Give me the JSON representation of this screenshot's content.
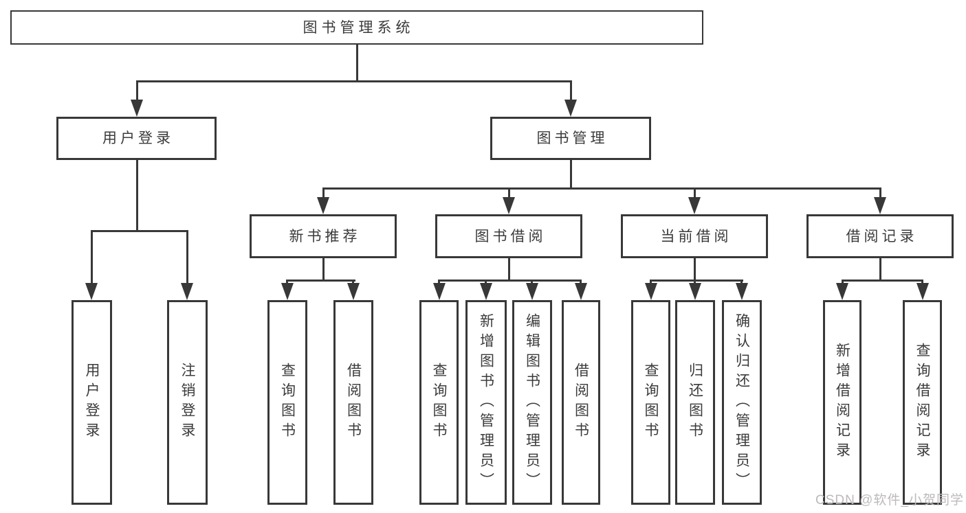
{
  "diagram_title": "图书管理系统",
  "tree": {
    "root": {
      "label": "图书管理系统",
      "children": [
        {
          "label": "用户登录",
          "children": [
            {
              "label": "用户登录"
            },
            {
              "label": "注销登录"
            }
          ]
        },
        {
          "label": "图书管理",
          "children": [
            {
              "label": "新书推荐",
              "children": [
                {
                  "label": "查询图书"
                },
                {
                  "label": "借阅图书"
                }
              ]
            },
            {
              "label": "图书借阅",
              "children": [
                {
                  "label": "查询图书"
                },
                {
                  "label": "新增图书（管理员）"
                },
                {
                  "label": "编辑图书（管理员）"
                },
                {
                  "label": "借阅图书"
                }
              ]
            },
            {
              "label": "当前借阅",
              "children": [
                {
                  "label": "查询图书"
                },
                {
                  "label": "归还图书"
                },
                {
                  "label": "确认归还（管理员）"
                }
              ]
            },
            {
              "label": "借阅记录",
              "children": [
                {
                  "label": "新增借阅记录"
                },
                {
                  "label": "查询借阅记录"
                }
              ]
            }
          ]
        }
      ]
    }
  },
  "watermark": {
    "text": "CSDN @软件_小贺同学"
  },
  "colors": {
    "line": "#383838",
    "text": "#3b3b3b",
    "background": "#ffffff",
    "watermark": "#bdb9b9"
  }
}
